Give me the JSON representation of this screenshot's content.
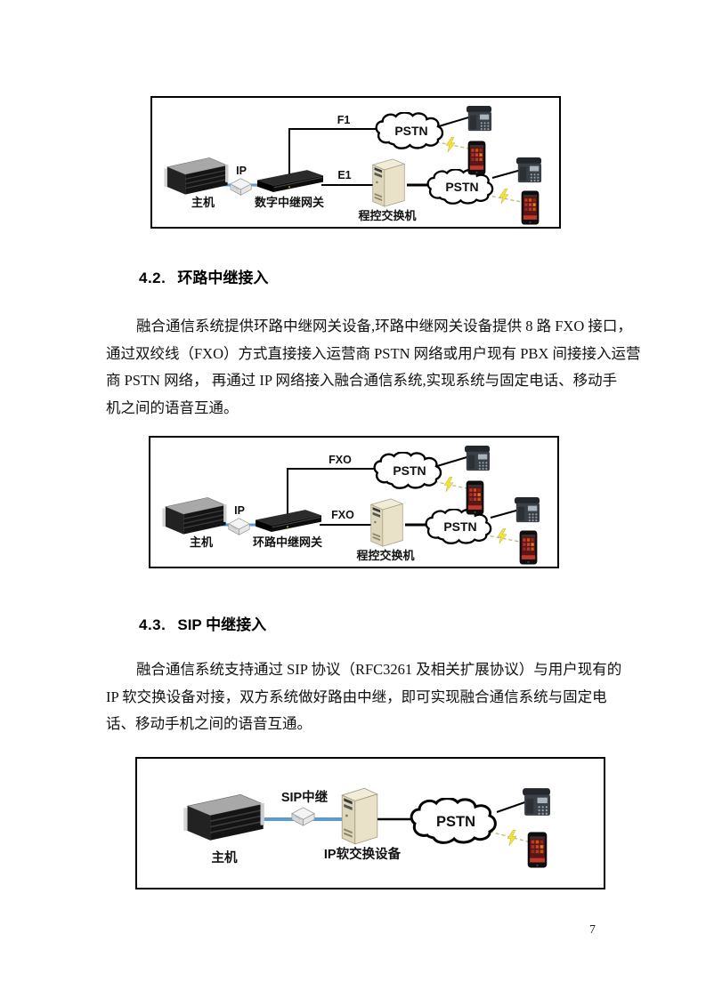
{
  "page": {
    "number": "7"
  },
  "colors": {
    "link_blue": "#5b9bd5",
    "bolt_yellow": "#f2e23a",
    "cloud_stroke": "#000000"
  },
  "sections": [
    {
      "number": "4.2.",
      "title": "环路中继接入",
      "lines": [
        "融合通信系统提供环路中继网关设备,环路中继网关设备提供 8 路 FXO 接口，",
        "通过双绞线（FXO）方式直接接入运营商 PSTN 网络或用户现有 PBX 间接接入运营",
        "商 PSTN 网络， 再通过 IP 网络接入融合通信系统,实现系统与固定电话、移动手",
        "机之间的语音互通。"
      ]
    },
    {
      "number": "4.3.",
      "title": "SIP 中继接入",
      "lines": [
        "融合通信系统支持通过 SIP 协议（RFC3261 及相关扩展协议）与用户现有的",
        "IP 软交换设备对接，双方系统做好路由中继，即可实现融合通信系统与固定电",
        "话、移动手机之间的语音互通。"
      ]
    }
  ],
  "diagrams": [
    {
      "name": "digital-trunk-access",
      "host": "主机",
      "ip": "IP",
      "gateway": "数字中继网关",
      "link_top": "F1",
      "link_bottom": "E1",
      "pbx": "程控交换机",
      "pstn": "PSTN"
    },
    {
      "name": "loop-trunk-access",
      "host": "主机",
      "ip": "IP",
      "gateway": "环路中继网关",
      "link_top": "FXO",
      "link_bottom": "FXO",
      "pbx": "程控交换机",
      "pstn": "PSTN"
    },
    {
      "name": "sip-trunk-access",
      "host": "主机",
      "sip": "SIP中继",
      "softswitch": "IP软交换设备",
      "pstn": "PSTN"
    }
  ]
}
